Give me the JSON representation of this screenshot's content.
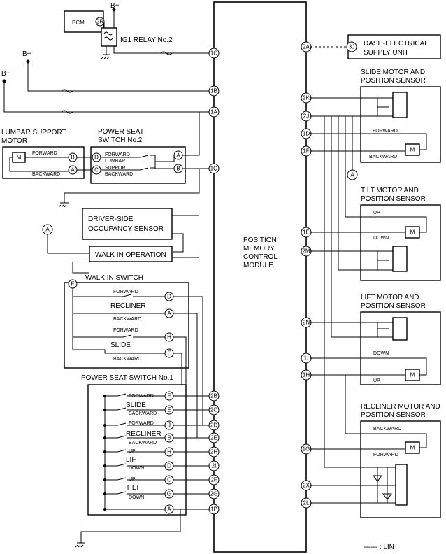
{
  "supply": "B+",
  "bcm": "BCM",
  "ig1_relay": "IG1 RELAY No.2",
  "module": [
    "POSITION",
    "MEMORY",
    "CONTROL",
    "MODULE"
  ],
  "dash": [
    "DASH-ELECTRICAL",
    "SUPPLY UNIT"
  ],
  "lumbar_motor": [
    "LUMBAR SUPPORT",
    "MOTOR"
  ],
  "psw2": [
    "POWER SEAT",
    "SWITCH No.2"
  ],
  "occupancy": [
    "DRIVER-SIDE",
    "OCCUPANCY SENSOR"
  ],
  "walk_in_operation": "WALK IN OPERATION",
  "walk_in_switch": "WALK IN SWITCH",
  "psw1": "POWER SEAT SWITCH No.1",
  "slide_motor": [
    "SLIDE MOTOR AND",
    "POSITION SENSOR"
  ],
  "tilt_motor": [
    "TILT MOTOR AND",
    "POSITION SENSOR"
  ],
  "lift_motor": [
    "LIFT MOTOR AND",
    "POSITION SENSOR"
  ],
  "recliner_motor": [
    "RECLINER MOTOR AND",
    "POSITION SENSOR"
  ],
  "words": {
    "forward": "FORWARD",
    "backward": "BACKWARD",
    "up": "UP",
    "down": "DOWN",
    "lumbar": "LUMBAR",
    "support": "SUPPORT",
    "slide": "SLIDE",
    "recliner": "RECLINER",
    "lift": "LIFT",
    "tilt": "TILT"
  },
  "legend": "------ : LIN",
  "module_pins_left": [
    "1C",
    "1B",
    "1A",
    "1Q",
    "2B",
    "2C",
    "2D",
    "2E",
    "2H",
    "2I",
    "2F",
    "2G",
    "1P"
  ],
  "module_pins_right": [
    "2A",
    "2K",
    "2J",
    "1D",
    "1F",
    "1E",
    "2M",
    "2N",
    "1I",
    "1H",
    "1G",
    "2X",
    "2L"
  ],
  "bcm_pin": "2R",
  "dash_pin": "3J",
  "connector_A": "A",
  "lumbar_pins": [
    "B",
    "A"
  ],
  "psw2_pins": [
    "D",
    "C",
    "A",
    "B"
  ],
  "walkin_pins": [
    "F",
    "D",
    "A",
    "H",
    "E"
  ],
  "psw1_pins": [
    "F",
    "E",
    "J",
    "B",
    "H",
    "D",
    "C",
    "G",
    "A"
  ],
  "motor_symbol": "M"
}
